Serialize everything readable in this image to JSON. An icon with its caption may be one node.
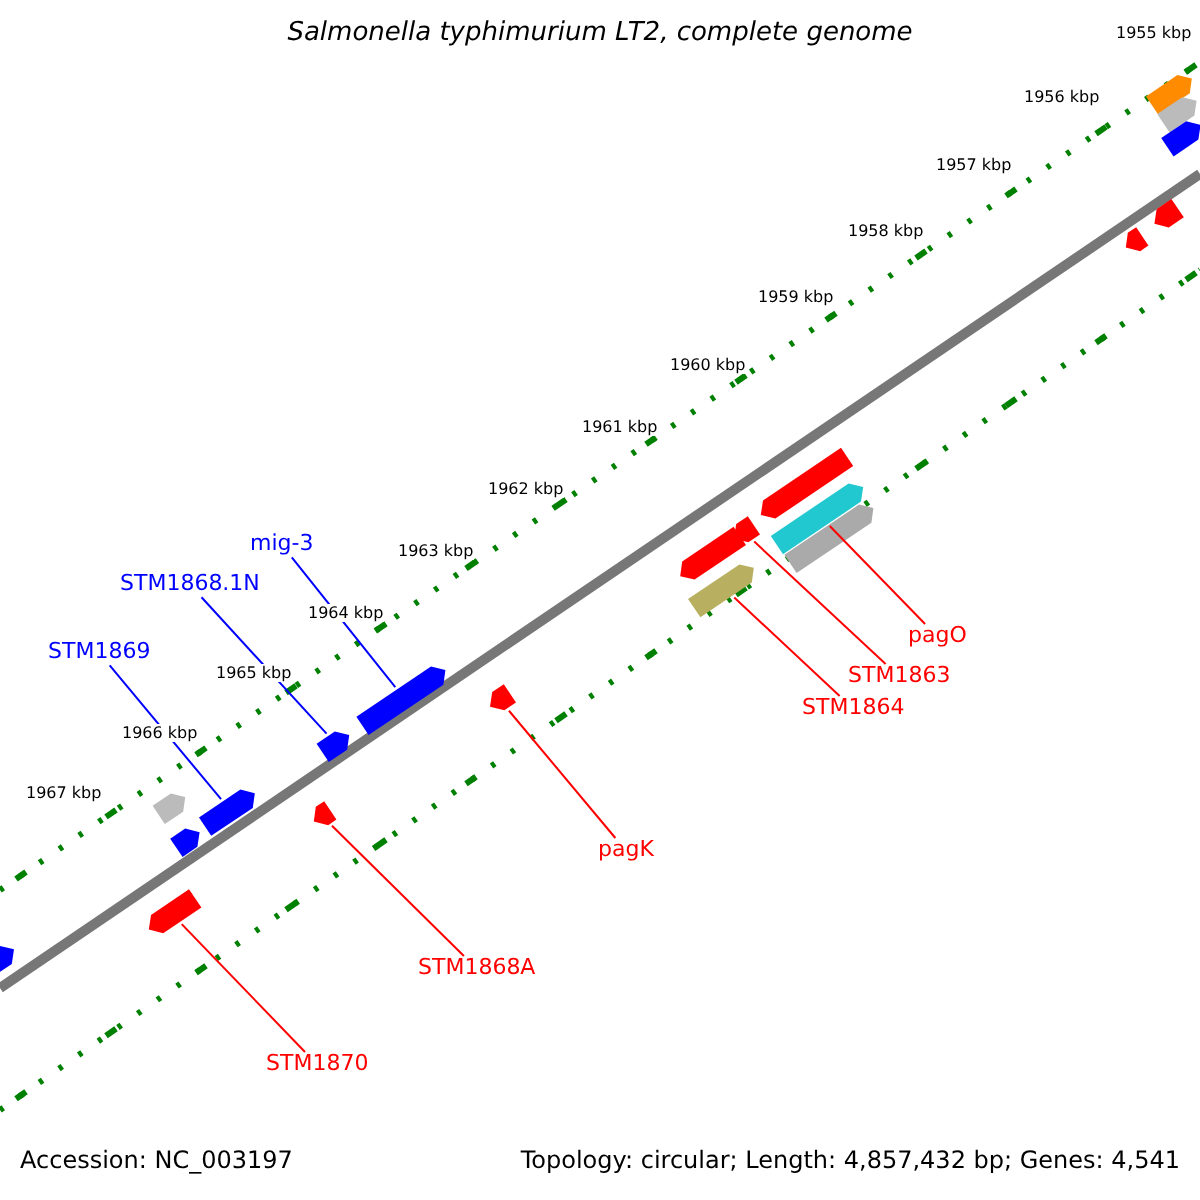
{
  "diagram": {
    "title": "Salmonella typhimurium LT2, complete genome",
    "nodes": [
      {
        "text": [
          "mig-3"
        ]
      },
      {
        "text": [
          "STM1868.1N"
        ]
      },
      {
        "text": [
          "STM1869"
        ]
      },
      {
        "text": [
          "pagO"
        ]
      },
      {
        "text": [
          "STM1863"
        ]
      },
      {
        "text": [
          "STM1864"
        ]
      },
      {
        "text": [
          "pagK"
        ]
      },
      {
        "text": [
          "STM1868A"
        ]
      },
      {
        "text": [
          "STM1870"
        ]
      },
      {
        "text": [],
        "shape": "bar"
      },
      {
        "text": [],
        "shape": "bar"
      },
      {
        "text": [],
        "shape": "bar"
      },
      {
        "text": [],
        "shape": "bar"
      },
      {
        "text": [],
        "shape": "bar"
      },
      {
        "text": [],
        "shape": "bar"
      },
      {
        "text": [],
        "shape": "bar"
      },
      {
        "text": [],
        "shape": "bar"
      },
      {
        "text": [],
        "shape": "bar"
      },
      {
        "text": [],
        "shape": "bar"
      },
      {
        "text": [],
        "shape": "bar"
      },
      {
        "text": [],
        "shape": "bar"
      },
      {
        "text": [],
        "shape": "bar"
      },
      {
        "text": [],
        "shape": "bar"
      },
      {
        "text": [],
        "shape": "bar"
      },
      {
        "text": [],
        "shape": "bar"
      },
      {
        "text": [],
        "shape": "bar"
      },
      {
        "text": [],
        "shape": "bar"
      },
      {
        "text": [],
        "shape": "bar"
      },
      {
        "text": [],
        "shape": "bar"
      }
    ],
    "edges": [
      {
        "from": 0,
        "to": 9,
        "arrow": "none",
        "color": "#0000ff"
      },
      {
        "from": 1,
        "to": 10,
        "arrow": "none",
        "color": "#0000ff"
      },
      {
        "from": 2,
        "to": 11,
        "arrow": "none",
        "color": "#0000ff"
      },
      {
        "from": 3,
        "to": 12,
        "arrow": "none"
      },
      {
        "from": 4,
        "to": 13,
        "arrow": "none"
      },
      {
        "from": 5,
        "to": 14,
        "arrow": "none"
      },
      {
        "from": 6,
        "to": 15,
        "arrow": "none"
      },
      {
        "from": 7,
        "to": 16,
        "arrow": "none"
      },
      {
        "from": 8,
        "to": 17,
        "arrow": "none"
      }
    ],
    "labels": [
      "1955 kbp",
      "1956 kbp",
      "1957 kbp",
      "1958 kbp",
      "1959 kbp",
      "1960 kbp",
      "1961 kbp",
      "1962 kbp",
      "1963 kbp",
      "1964 kbp",
      "1965 kbp",
      "1966 kbp",
      "1967 kbp",
      "Accession: NC_003197",
      "Topology: circular; Length: 4,857,432 bp; Genes: 4,541"
    ]
  }
}
